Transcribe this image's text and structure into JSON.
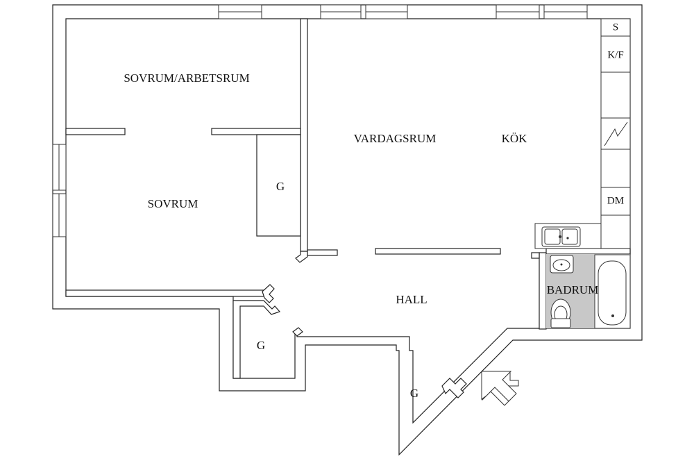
{
  "rooms": {
    "sovrum_arbetsrum": "SOVRUM/ARBETSRUM",
    "sovrum": "SOVRUM",
    "vardagsrum": "VARDAGSRUM",
    "kok": "KÖK",
    "hall": "HALL",
    "badrum": "BADRUM",
    "closet_bedroom": "G",
    "closet_hall_left": "G",
    "closet_hall_bottom": "G"
  },
  "appliances": {
    "stove": "S",
    "fridge_freezer": "K/F",
    "dishwasher": "DM"
  },
  "colors": {
    "bathroom_floor": "#c8c8c8",
    "wall_stroke": "#222222"
  },
  "icons": {
    "entrance": "entrance-arrow-icon",
    "electric_panel": "electric-panel-icon"
  }
}
